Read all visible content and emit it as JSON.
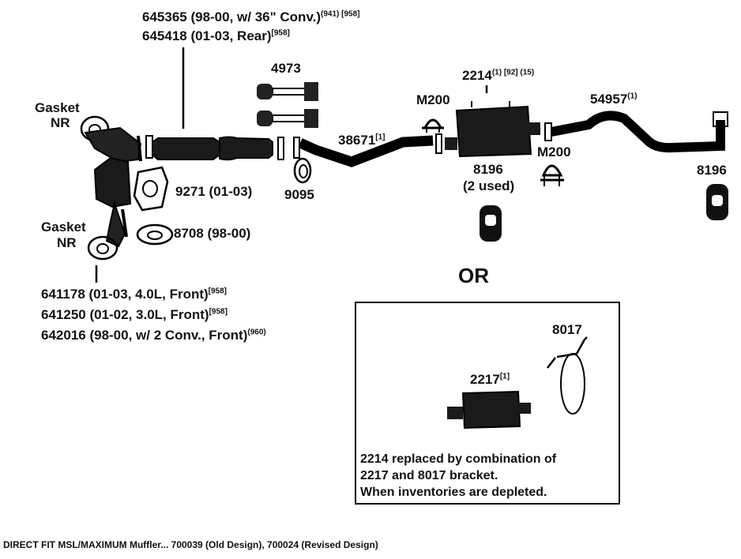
{
  "labels": {
    "cat_conv_45": "645365 (98-00, w/ 36\" Conv.)",
    "cat_conv_45_refs": "(941) [958]",
    "rear_conv": "645418 (01-03, Rear)",
    "rear_conv_refs": "[958]",
    "clamp_kit": "4973",
    "gasket_top_line1": "Gasket",
    "gasket_top_line2": "NR",
    "gasket_bottom_line1": "Gasket",
    "gasket_bottom_line2": "NR",
    "gasket_9271": "9271 (01-03)",
    "gasket_8708": "8708 (98-00)",
    "gasket_9095": "9095",
    "pipe_38671": "38671",
    "pipe_38671_ref": "[1]",
    "muffler_2214": "2214",
    "muffler_2214_refs": "(1) [92] (15)",
    "clamp_m200_left": "M200",
    "clamp_m200_right": "M200",
    "tailpipe_54957": "54957",
    "tailpipe_54957_ref": "(1)",
    "hanger_8196_left_line1": "8196",
    "hanger_8196_left_line2": "(2 used)",
    "hanger_8196_right": "8196",
    "front_conv_641178": "641178 (01-03, 4.0L, Front)",
    "front_conv_641178_ref": "[958]",
    "front_conv_641250": "641250 (01-02, 3.0L, Front)",
    "front_conv_641250_ref": "[958]",
    "front_conv_642016": "642016 (98-00, w/ 2 Conv., Front)",
    "front_conv_642016_ref": "(960)",
    "or": "OR",
    "bracket_8017": "8017",
    "muffler_2217": "2217",
    "muffler_2217_ref": "[1]",
    "note_line1": "2214 replaced by combination of",
    "note_line2": "2217 and 8017 bracket.",
    "note_line3": "When inventories are depleted.",
    "footer": "DIRECT FIT MSL/MAXIMUM Muffler... 700039 (Old Design), 700024 (Revised Design)"
  }
}
